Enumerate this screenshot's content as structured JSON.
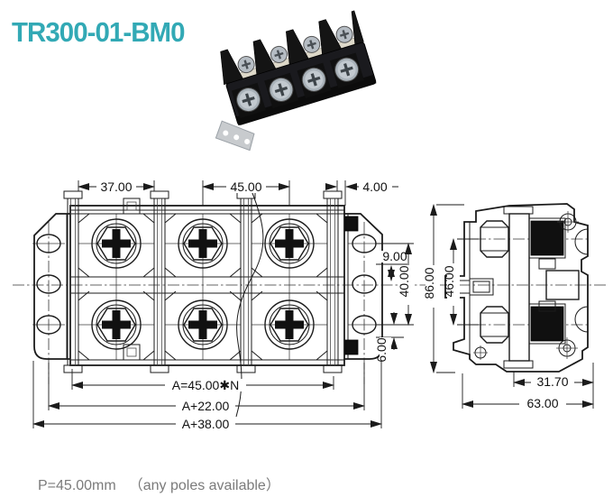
{
  "title": "TR300-01-BM0",
  "theme": {
    "accent": "#32a9b5",
    "line_color": "#1b1b1b",
    "caption_color": "#7b7b7b"
  },
  "caption": {
    "pitch": "P=45.00mm",
    "note": "（any poles available）"
  },
  "views": {
    "front": {
      "label": "front-view-drawing",
      "dims": {
        "opening": "37.00",
        "pitch": "45.00",
        "end_gap": "4.00",
        "hole_offset": "9.00",
        "hole_span": "40.00",
        "foot": "6.00",
        "body_width": "A=45.00✱N",
        "mount_width": "A+22.00",
        "overall_width": "A+38.00"
      }
    },
    "side": {
      "label": "side-view-drawing",
      "dims": {
        "height": "86.00",
        "screw_span": "46.00",
        "upper_depth": "31.70",
        "depth": "63.00"
      }
    }
  }
}
